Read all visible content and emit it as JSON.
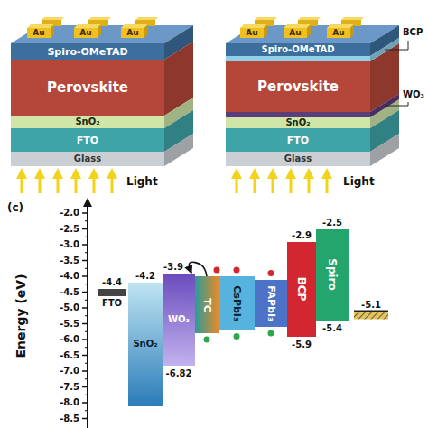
{
  "diagram": {
    "nodes": [
      {
        "text": [
          "Au"
        ]
      },
      {
        "text": [
          "Au"
        ]
      },
      {
        "text": [
          "Au"
        ]
      },
      {
        "text": [
          "Spiro-OMeTAD"
        ]
      },
      {
        "text": [
          "Perovskite"
        ]
      },
      {
        "text": [
          "SnO₂"
        ]
      },
      {
        "text": [
          "FTO"
        ]
      },
      {
        "text": [
          "Glass"
        ]
      },
      {
        "text": [
          "Au"
        ]
      },
      {
        "text": [
          "Au"
        ]
      },
      {
        "text": [
          "Au"
        ]
      },
      {
        "text": [
          "Spiro-OMeTAD"
        ]
      },
      {
        "text": [
          "Perovskite"
        ]
      },
      {
        "text": [
          "SnO₂"
        ]
      },
      {
        "text": [
          "FTO"
        ]
      },
      {
        "text": [
          "Glass"
        ]
      },
      {
        "text": [
          "FTO"
        ]
      },
      {
        "text": [
          "SnO₂"
        ]
      },
      {
        "text": [
          "WO₃"
        ]
      },
      {
        "text": [
          "TC"
        ]
      },
      {
        "text": [
          "CsPbI₃"
        ]
      },
      {
        "text": [
          "FAPbI₃"
        ]
      },
      {
        "text": [
          "BCP"
        ]
      },
      {
        "text": [
          "Spiro"
        ]
      }
    ],
    "edges": [
      {
        "from": 19,
        "to": 18,
        "arrow": "to"
      },
      {
        "from": 21,
        "to": 23,
        "arrow": "to"
      }
    ],
    "labels": [
      "Light",
      "Light",
      "BCP",
      "WO₃",
      "(c)",
      "Energy (eV)",
      "-2.0",
      "-2.5",
      "-3.0",
      "-3.5",
      "-4.0",
      "-4.5",
      "-5.0",
      "-5.5",
      "-6.0",
      "-6.5",
      "-7.0",
      "-7.5",
      "-8.0",
      "-8.5",
      "-4.4",
      "-4.2",
      "-3.9",
      "-6.82",
      "-2.9",
      "-2.5",
      "-5.1",
      "-5.9",
      "-5.4"
    ]
  }
}
